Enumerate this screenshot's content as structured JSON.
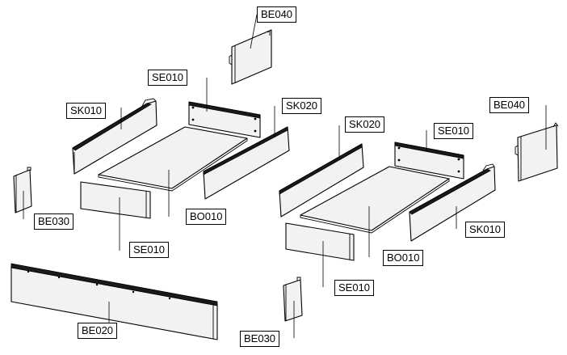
{
  "labels": {
    "be040_top": "BE040",
    "se010_back_left": "SE010",
    "sk010_left": "SK010",
    "sk020_left": "SK020",
    "be040_right": "BE040",
    "sk020_right": "SK020",
    "se010_back_right": "SE010",
    "be030_left": "BE030",
    "bo010_left": "BO010",
    "se010_front_left": "SE010",
    "sk010_right": "SK010",
    "bo010_right": "BO010",
    "se010_front_right": "SE010",
    "be020": "BE020",
    "be030_right": "BE030"
  }
}
